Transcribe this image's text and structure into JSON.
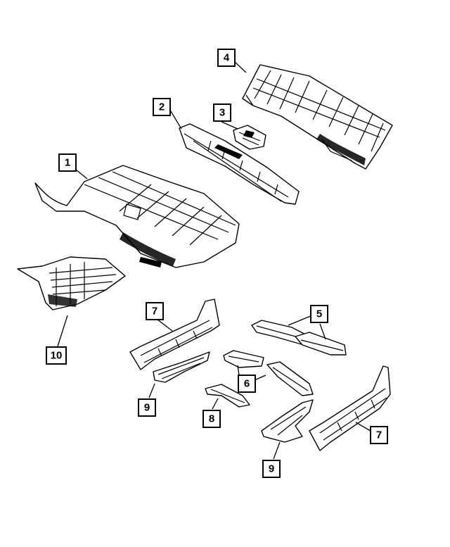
{
  "diagram": {
    "parts": [
      {
        "id": "floor-pan-front",
        "callout": "1"
      },
      {
        "id": "crossmember-center",
        "callout": "2"
      },
      {
        "id": "bracket-small",
        "callout": "3"
      },
      {
        "id": "floor-pan-rear",
        "callout": "4"
      },
      {
        "id": "reinforcement-pair",
        "callout": "5"
      },
      {
        "id": "crossmember-pair",
        "callout": "6"
      },
      {
        "id": "sill-left",
        "callout": "7"
      },
      {
        "id": "sill-right",
        "callout": "7"
      },
      {
        "id": "bracket-8",
        "callout": "8"
      },
      {
        "id": "extension-left",
        "callout": "9"
      },
      {
        "id": "extension-right",
        "callout": "9"
      },
      {
        "id": "floor-pan-side",
        "callout": "10"
      }
    ]
  },
  "colors": {
    "line": "#000000",
    "background": "#ffffff"
  }
}
